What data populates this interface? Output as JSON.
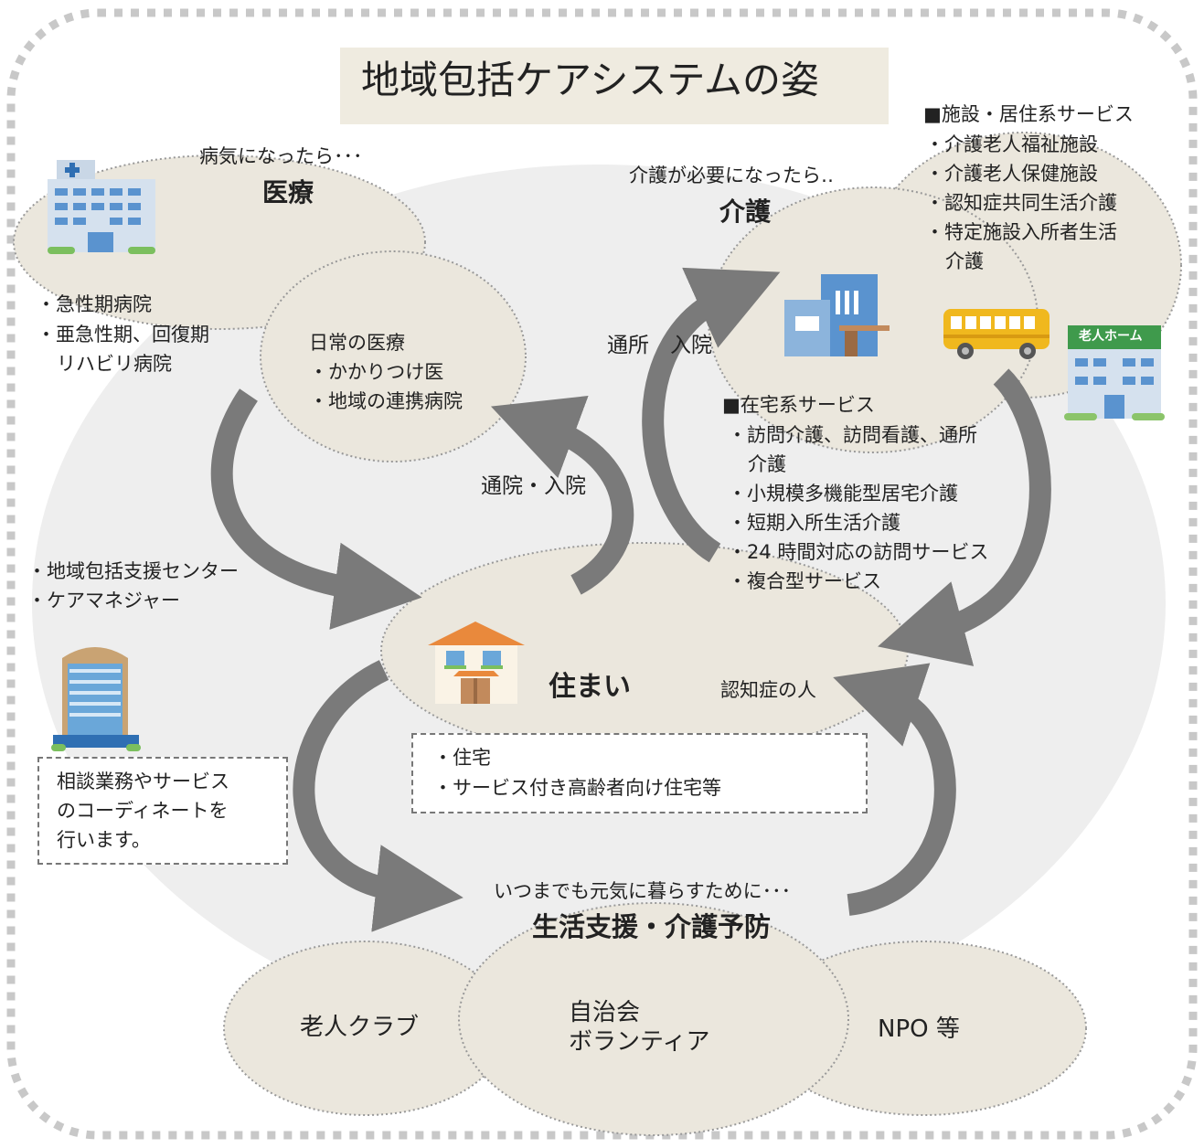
{
  "title": "地域包括ケアシステムの姿",
  "medical": {
    "lead": "病気になったら･･･",
    "heading": "医療",
    "hospitals": [
      "・急性期病院",
      "・亜急性期、回復期",
      "リハビリ病院"
    ],
    "daily_title": "日常の医療",
    "daily_items": [
      "・かかりつけ医",
      "・地域の連携病院"
    ]
  },
  "care": {
    "lead": "介護が必要になったら‥",
    "heading": "介護",
    "facility_title": "■施設・居住系サービス",
    "facility_items": [
      "・介護老人福祉施設",
      "・介護老人保健施設",
      "・認知症共同生活介護",
      "・特定施設入所者生活",
      "介護"
    ],
    "home_title": "■在宅系サービス",
    "home_items": [
      "・訪問介護、訪問看護、通所",
      "介護",
      "・小規模多機能型居宅介護",
      "・短期入所生活介護",
      "・24 時間対応の訪問サービス",
      "・複合型サービス"
    ],
    "nursing_home_sign": "老人ホーム"
  },
  "arrows": {
    "to_hospital": "通院・入院",
    "to_care": "通所　入院"
  },
  "support_center": {
    "items": [
      "・地域包括支援センター",
      "・ケアマネジャー"
    ],
    "note_lines": [
      "相談業務やサービス",
      "のコーディネートを",
      "行います。"
    ]
  },
  "housing": {
    "heading": "住まい",
    "dementia": "認知症の人",
    "items": [
      "・住宅",
      "・サービス付き高齢者向け住宅等"
    ]
  },
  "life_support": {
    "lead": "いつまでも元気に暮らすために･･･",
    "heading": "生活支援・介護予防",
    "groups": {
      "club": "老人クラブ",
      "neighborhood_1": "自治会",
      "neighborhood_2": "ボランティア",
      "npo": "NPO 等"
    }
  }
}
